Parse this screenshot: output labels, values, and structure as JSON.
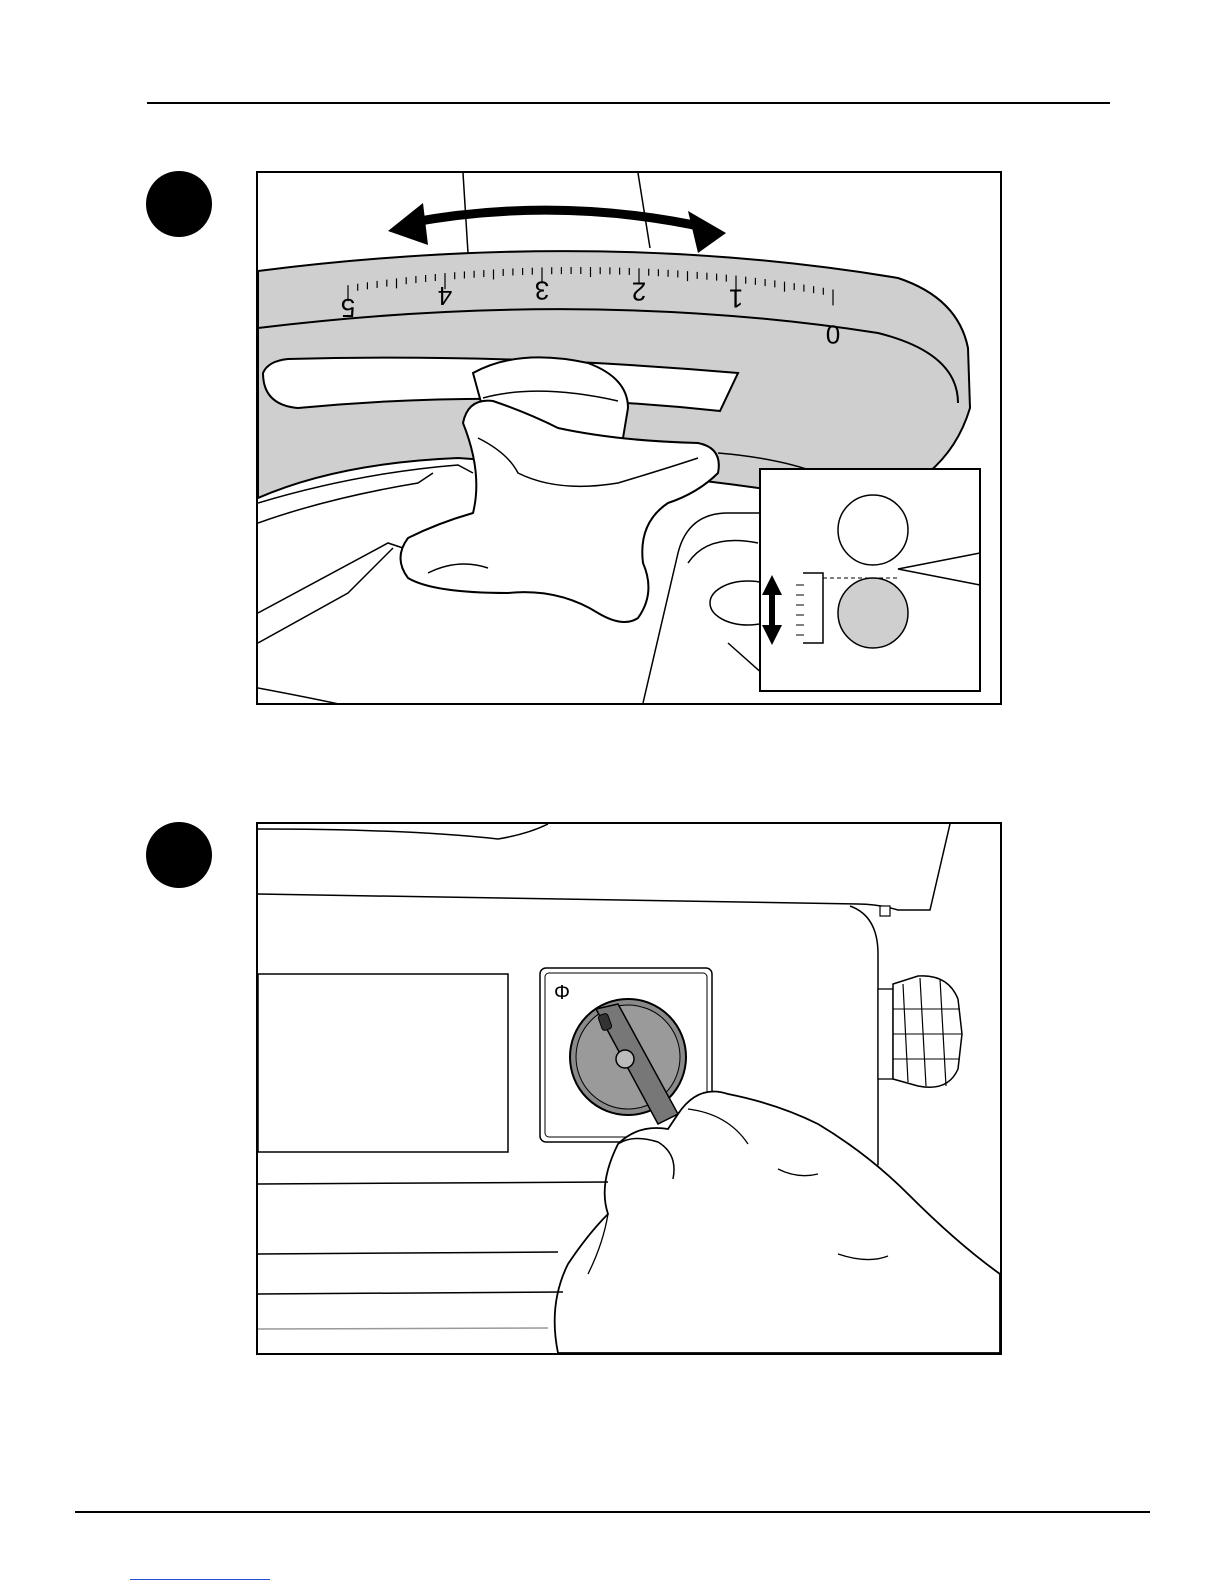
{
  "figure1": {
    "scale_numbers": [
      "5",
      "4",
      "3",
      "2",
      "1",
      "0"
    ]
  },
  "figure2": {
    "panel_symbol": "Φ"
  },
  "colors": {
    "ink": "#000000",
    "fill_gray": "#cfcfcf",
    "dark_gray": "#8a8a8a",
    "link_blue": "#2a4fd6"
  },
  "icons": [
    "step-marker-dot",
    "double-headed-curved-arrow",
    "vertical-double-arrow",
    "star-knob",
    "rotary-switch"
  ]
}
